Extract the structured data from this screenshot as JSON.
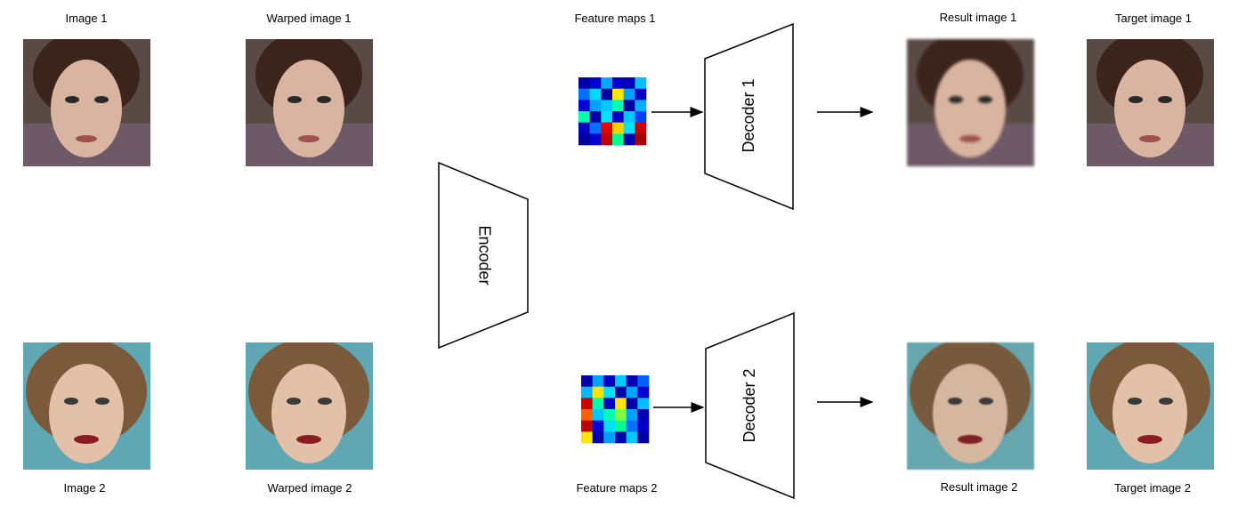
{
  "labels": {
    "image1": "Image 1",
    "warped1": "Warped image 1",
    "features1": "Feature maps 1",
    "result1": "Result image 1",
    "target1": "Target image 1",
    "image2": "Image 2",
    "warped2": "Warped image 2",
    "features2": "Feature maps 2",
    "result2": "Result image 2",
    "target2": "Target image 2"
  },
  "blocks": {
    "encoder": "Encoder",
    "decoder1": "Decoder 1",
    "decoder2": "Decoder 2"
  },
  "colors": {
    "face1_bg": "#5a4a45",
    "face1_hair": "#3b241c",
    "face1_skin": "#d9b4a0",
    "face1_scarf": "#6e5a66",
    "face2_bg": "#5fa7b2",
    "face2_hair": "#7a5a3a",
    "face2_skin": "#e2c1a8",
    "lips": "#8a1c24",
    "line": "#000000"
  },
  "feature_maps": {
    "map1": [
      [
        "#0000a8",
        "#0000d0",
        "#00a8ff",
        "#0000c8",
        "#0000b8",
        "#00c0ff"
      ],
      [
        "#0070ff",
        "#00d8ff",
        "#0000a0",
        "#ffe600",
        "#00a0ff",
        "#0000c8"
      ],
      [
        "#0000d8",
        "#00a0ff",
        "#00c8ff",
        "#00ffb0",
        "#0000a0",
        "#00b0ff"
      ],
      [
        "#00ffb0",
        "#0000a8",
        "#00e0ff",
        "#0000c0",
        "#00c8ff",
        "#0040ff"
      ],
      [
        "#0000c0",
        "#0070ff",
        "#e60000",
        "#ffd000",
        "#00e0ff",
        "#c80000"
      ],
      [
        "#0000a0",
        "#0000d0",
        "#c00000",
        "#00ff90",
        "#0000b0",
        "#a00000"
      ]
    ],
    "map2": [
      [
        "#0000a8",
        "#00a0ff",
        "#0000c0",
        "#00c8ff",
        "#0000b0",
        "#0060ff"
      ],
      [
        "#00b8ff",
        "#ffe600",
        "#00e0ff",
        "#0000a0",
        "#00a8ff",
        "#0000d0"
      ],
      [
        "#d00000",
        "#00ffb0",
        "#0000c0",
        "#ffe600",
        "#0000a8",
        "#00c0ff"
      ],
      [
        "#ff6000",
        "#00c8ff",
        "#00ffb0",
        "#80ff40",
        "#00a0ff",
        "#0000b0"
      ],
      [
        "#c00000",
        "#0000d0",
        "#00e0ff",
        "#00ff90",
        "#0070ff",
        "#0000c8"
      ],
      [
        "#ffe600",
        "#0000a8",
        "#00a0ff",
        "#0000b0",
        "#00c8ff",
        "#0000a0"
      ]
    ]
  }
}
